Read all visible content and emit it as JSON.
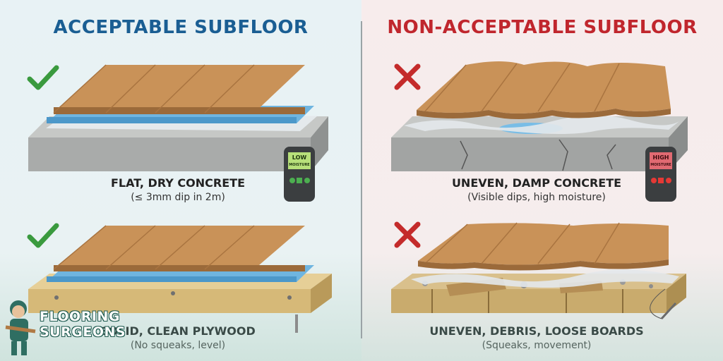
{
  "headings": {
    "acceptable": "ACCEPTABLE SUBFLOOR",
    "non_acceptable": "NON-ACCEPTABLE SUBFLOOR"
  },
  "panels": {
    "concrete_good": {
      "title": "FLAT, DRY CONCRETE",
      "subtitle": "(≤ 3mm dip in 2m)",
      "meter": "LOW MOISTURE",
      "status": "check"
    },
    "plywood_good": {
      "title": "SOLID, CLEAN PLYWOOD",
      "subtitle": "(No squeaks, level)",
      "status": "check"
    },
    "concrete_bad": {
      "title": "UNEVEN, DAMP CONCRETE",
      "subtitle": "(Visible dips, high moisture)",
      "meter": "HIGH MOISTURE",
      "status": "cross"
    },
    "plywood_bad": {
      "title": "UNEVEN, DEBRIS, LOOSE BOARDS",
      "subtitle": "(Squeaks, movement)",
      "status": "cross"
    }
  },
  "logo": {
    "line1": "FLOORING",
    "line2": "SURGEONS"
  },
  "colors": {
    "check": "#3a9a3e",
    "cross": "#c42b2b",
    "acceptable": "#1a5e93",
    "non_acceptable": "#c0262d"
  }
}
